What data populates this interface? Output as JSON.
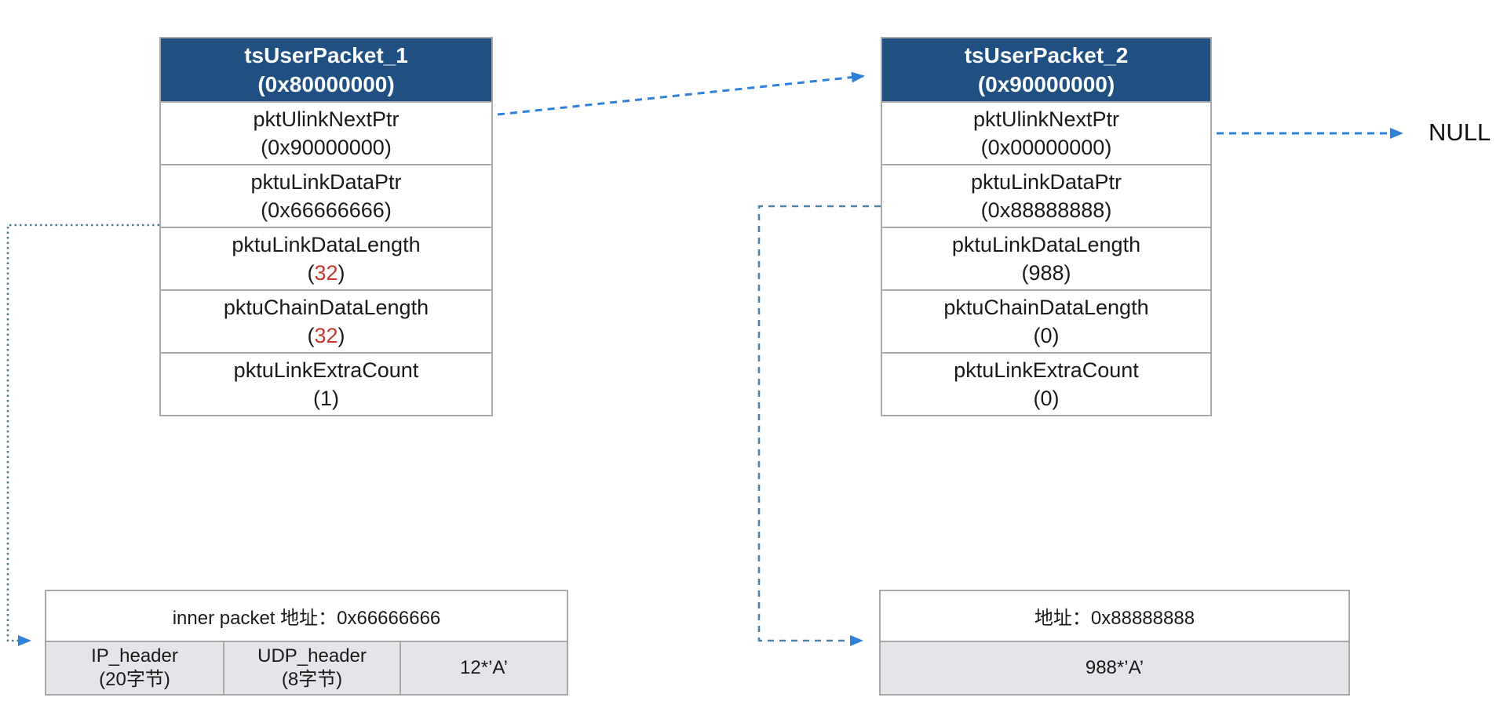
{
  "colors": {
    "header_bg": "#1F5081",
    "header_text": "#FBFDFF",
    "border": "#A9A9A9",
    "text": "#1A1A1A",
    "red_value": "#C8372D",
    "gray_fill": "#E4E4E9",
    "arrow_blue": "#2F80D9",
    "dash_steel": "#4B84A8",
    "dot_teal": "#4E7D92"
  },
  "diagram": {
    "null_label": "NULL"
  },
  "packets": [
    {
      "title": "tsUserPacket_1",
      "address": "(0x80000000)",
      "fields": [
        {
          "label": "pktUlinkNextPtr",
          "open": "(",
          "num": "0x90000000",
          "close": ")",
          "num_color": "default"
        },
        {
          "label": "pktuLinkDataPtr",
          "open": "(",
          "num": "0x66666666",
          "close": ")",
          "num_color": "default"
        },
        {
          "label": "pktuLinkDataLength",
          "open": "(",
          "num": "32",
          "close": ")",
          "num_color": "red"
        },
        {
          "label": "pktuChainDataLength",
          "open": "(",
          "num": "32",
          "close": ")",
          "num_color": "red"
        },
        {
          "label": "pktuLinkExtraCount",
          "open": "(",
          "num": "1",
          "close": ")",
          "num_color": "default"
        }
      ]
    },
    {
      "title": "tsUserPacket_2",
      "address": "(0x90000000)",
      "fields": [
        {
          "label": "pktUlinkNextPtr",
          "open": "(",
          "num": "0x00000000",
          "close": ")",
          "num_color": "default"
        },
        {
          "label": "pktuLinkDataPtr",
          "open": "(",
          "num": "0x88888888",
          "close": ")",
          "num_color": "default"
        },
        {
          "label": "pktuLinkDataLength",
          "open": "(",
          "num": "988",
          "close": ")",
          "num_color": "default"
        },
        {
          "label": "pktuChainDataLength",
          "open": "(",
          "num": "0",
          "close": ")",
          "num_color": "default"
        },
        {
          "label": "pktuLinkExtraCount",
          "open": "(",
          "num": "0",
          "close": ")",
          "num_color": "default"
        }
      ]
    }
  ],
  "memory_boxes": [
    {
      "title": "inner packet 地址：0x66666666",
      "cells": [
        {
          "line1": "IP_header",
          "line2": "(20字节)"
        },
        {
          "line1": "UDP_header",
          "line2": "(8字节)"
        },
        {
          "line1": "12*’A’",
          "line2": ""
        }
      ]
    },
    {
      "title": "地址：0x88888888",
      "cells": [
        {
          "line1": "988*’A’",
          "line2": ""
        }
      ]
    }
  ]
}
